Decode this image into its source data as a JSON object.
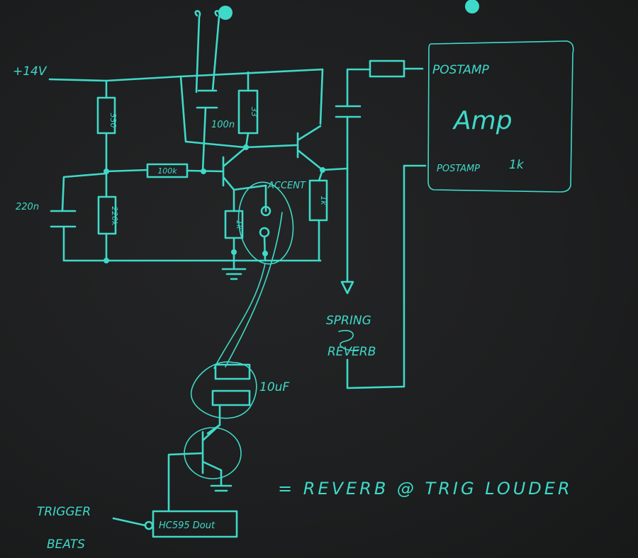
{
  "labels": {
    "supply": "+14V",
    "r_top": "330",
    "r_bottom": "220k",
    "cap_in": "220n",
    "r_series": "100k",
    "cap_top": "100n",
    "r_collector": "33",
    "r_emitter": "1k",
    "r_load": "1k",
    "accent": "ACCENT",
    "postamp_top": "POSTAMP",
    "amp": "Amp",
    "amp_value": "1k",
    "postamp_bottom": "POSTAMP",
    "spring": "SPRING",
    "reverb": "REVERB",
    "cap_big": "10uF",
    "ic": "HC595 Dout",
    "trigger": "TRIGGER",
    "beats": "BEATS",
    "note": "= REVERB @ TRIG LOUDER"
  },
  "colors": {
    "ink": "#3fd9c9",
    "board": "#1e1f20"
  }
}
